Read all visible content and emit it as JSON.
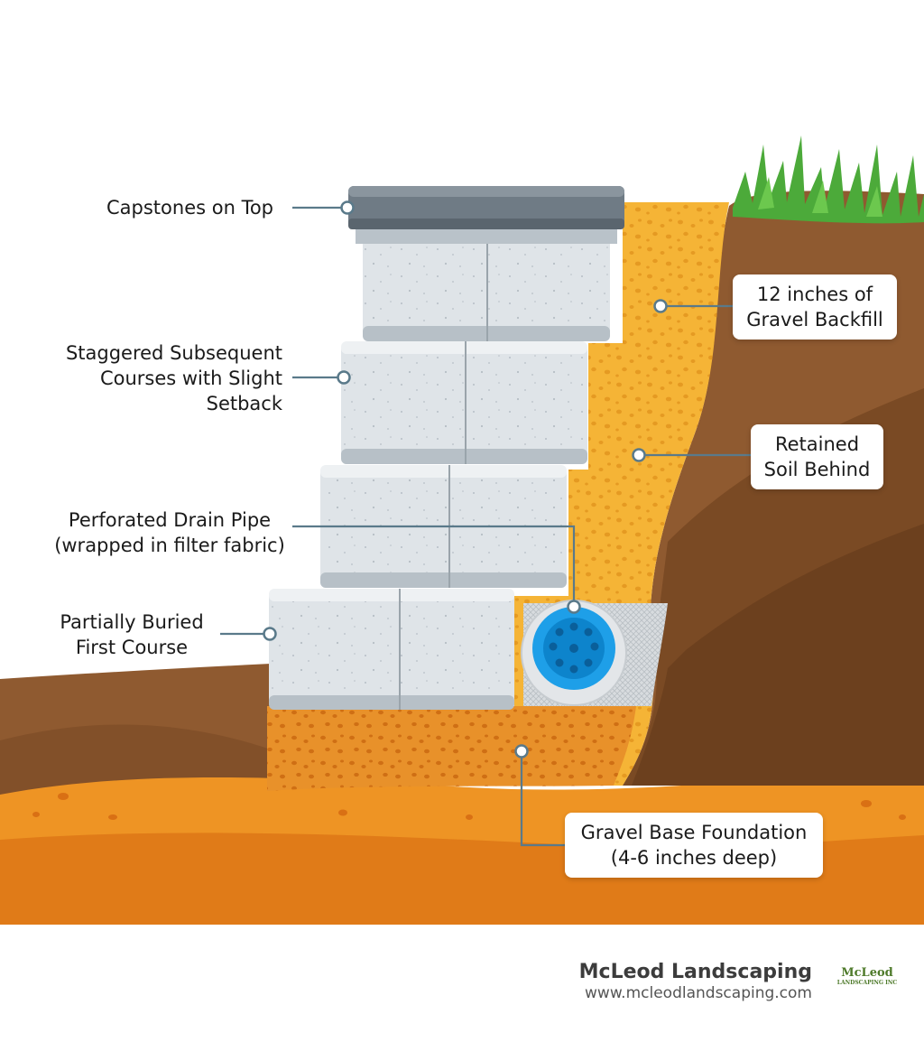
{
  "labels": {
    "capstones": "Capstones on Top",
    "staggered": [
      "Staggered Subsequent",
      "Courses with Slight",
      "Setback"
    ],
    "drain_pipe": [
      "Perforated Drain Pipe",
      "(wrapped in filter fabric)"
    ],
    "first_course": [
      "Partially Buried",
      "First Course"
    ],
    "gravel_backfill": [
      "12 inches of",
      "Gravel Backfill"
    ],
    "retained_soil": [
      "Retained",
      "Soil Behind"
    ],
    "gravel_base": [
      "Gravel Base Foundation",
      "(4-6 inches deep)"
    ]
  },
  "brand": {
    "name": "McLeod Landscaping",
    "url": "www.mcleodlandscaping.com",
    "logo_text": "McLeod",
    "logo_subtext": "LANDSCAPING INC"
  },
  "colors": {
    "gravel_backfill": "#f5b436",
    "soil_dark": "#7a4a24",
    "soil_mid": "#8f5a30",
    "gravel_base": "#e8912a",
    "ground_orange": "#e07b18",
    "block": "#dfe4e8",
    "capstone": "#6f7b85",
    "drain_pipe": "#1e9fe8",
    "grass": "#4caa3a",
    "leader_line": "#5a7a8a"
  }
}
